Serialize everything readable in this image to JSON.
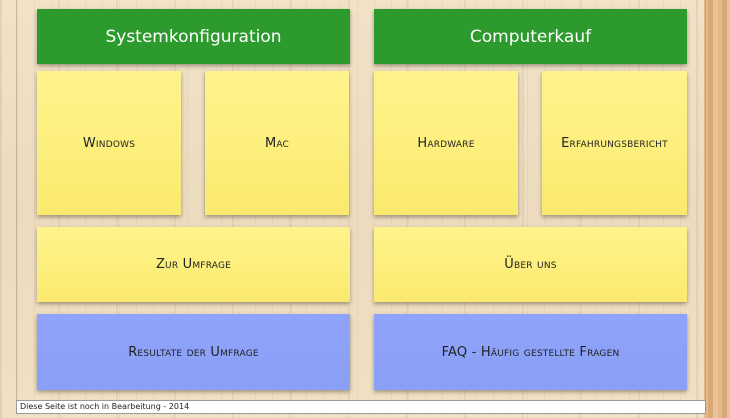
{
  "sections": {
    "left": {
      "header": "Systemkonfiguration",
      "tile_1": "Windows",
      "tile_2": "Mac"
    },
    "right": {
      "header": "Computerkauf",
      "tile_1": "Hardware",
      "tile_2": "Erfahrungsbericht"
    }
  },
  "wide_tiles": {
    "survey": "Zur Umfrage",
    "about": "Über uns",
    "results": "Resultate der Umfrage",
    "faq": "FAQ - Häufig gestellte Fragen"
  },
  "footer": {
    "text": "Diese Seite ist noch in Bearbeitung - 2014"
  },
  "colors": {
    "header_green": "#2c9a2c",
    "note_yellow": "#fdf07f",
    "tile_blue": "#8a9ff6"
  }
}
